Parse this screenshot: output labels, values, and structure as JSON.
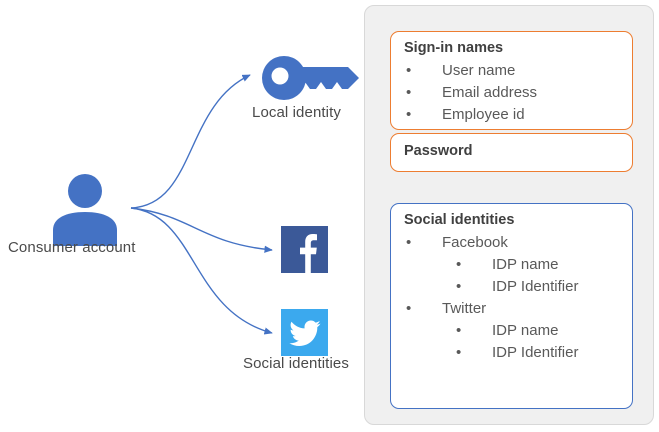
{
  "diagram": {
    "nodes": {
      "consumer_account": {
        "label": "Consumer account",
        "icon": "person-icon"
      },
      "local_identity": {
        "label": "Local identity",
        "icon": "key-icon"
      },
      "social_identities": {
        "label": "Social identities",
        "icons": [
          "facebook-icon",
          "twitter-icon"
        ]
      }
    },
    "connectors": [
      {
        "from": "consumer_account",
        "to": "local_identity",
        "style": "curved-arrow"
      },
      {
        "from": "consumer_account",
        "to": "facebook",
        "style": "curved-arrow"
      },
      {
        "from": "consumer_account",
        "to": "twitter",
        "style": "curved-arrow"
      }
    ]
  },
  "panel": {
    "cards": [
      {
        "id": "signin-names",
        "title": "Sign-in names",
        "accent": "#ED7D31",
        "items": [
          {
            "level": 1,
            "text": "User name"
          },
          {
            "level": 1,
            "text": "Email address"
          },
          {
            "level": 1,
            "text": "Employee id"
          }
        ]
      },
      {
        "id": "password",
        "title": "Password",
        "accent": "#ED7D31",
        "items": []
      },
      {
        "id": "social-identities",
        "title": "Social identities",
        "accent": "#4472C4",
        "items": [
          {
            "level": 1,
            "text": "Facebook"
          },
          {
            "level": 2,
            "text": "IDP name"
          },
          {
            "level": 2,
            "text": "IDP Identifier"
          },
          {
            "level": 1,
            "text": "Twitter"
          },
          {
            "level": 2,
            "text": "IDP name"
          },
          {
            "level": 2,
            "text": "IDP Identifier"
          }
        ]
      }
    ]
  },
  "colors": {
    "person_blue": "#4472C4",
    "key_blue": "#4472C4",
    "facebook_blue": "#3B5998",
    "twitter_blue": "#3BA9EE",
    "arrow_blue": "#4472C4",
    "panel_grey": "#F0F0F0",
    "orange_accent": "#ED7D31",
    "blue_accent": "#4472C4",
    "text_grey": "#595959"
  },
  "bullet_glyph": "•"
}
